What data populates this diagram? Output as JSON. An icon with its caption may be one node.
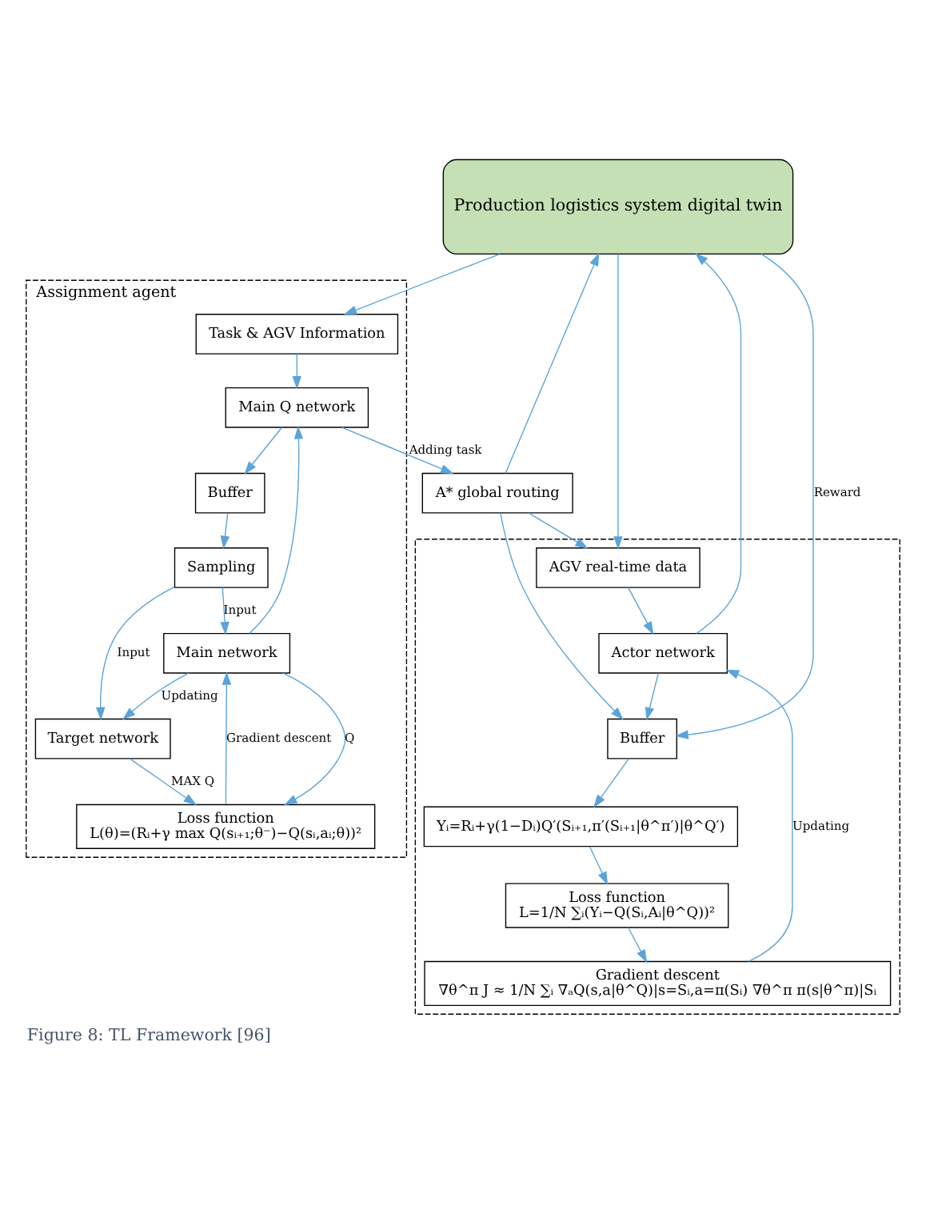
{
  "diagram": {
    "caption": "Figure 8: TL Framework [96]",
    "nodes": [
      {
        "text": [
          "Production logistics system digital twin"
        ]
      },
      {
        "text": [
          "Assignment agent"
        ]
      },
      {
        "text": [
          "Task & AGV Information"
        ],
        "in": 1
      },
      {
        "text": [
          "Loss function",
          "L(θ)=(Rᵢ+γ max Q(sᵢ₊₁;θ⁻)−Q(sᵢ,aᵢ;θ))²"
        ],
        "in": 1
      },
      {
        "text": [
          "Main Q network"
        ],
        "in": 1
      },
      {
        "text": [
          "Main network"
        ],
        "in": 1
      },
      {
        "text": [
          "Target network"
        ],
        "in": 1
      },
      {
        "text": [
          "Sampling"
        ],
        "in": 1
      },
      {
        "text": [
          "Buffer"
        ],
        "in": 1
      },
      {
        "text": [
          "A* global routing"
        ]
      },
      {
        "text": [],
        "shape": "box"
      },
      {
        "text": [
          "AGV real-time data"
        ],
        "in": 10
      },
      {
        "text": [
          "Buffer"
        ],
        "in": 10
      },
      {
        "text": [
          "Actor network"
        ],
        "in": 10
      },
      {
        "text": [
          "Yᵢ=Rᵢ+γ(1−Dᵢ)Q′(Sᵢ₊₁,π′(Sᵢ₊₁|θ^π′)|θ^Q′)"
        ],
        "in": 10
      },
      {
        "text": [
          "Loss function",
          "L=1/N ∑ᵢ(Yᵢ−Q(Sᵢ,Aᵢ|θ^Q))²"
        ],
        "in": 10
      },
      {
        "text": [
          "Gradient descent",
          "∇θ^π J ≈ 1/N ∑ᵢ ∇ₐQ(s,a|θ^Q)|s=Sᵢ,a=π(Sᵢ) ∇θ^π π(s|θ^π)|Sᵢ"
        ],
        "in": 10
      }
    ],
    "edges": [
      {
        "from": 0,
        "to": 2,
        "arrow": "to"
      },
      {
        "from": 2,
        "to": 4,
        "arrow": "to"
      },
      {
        "from": 3,
        "to": 5,
        "arrow": "to",
        "label": "Gradient descent"
      },
      {
        "from": 5,
        "to": 3,
        "arrow": "to",
        "label": "Q"
      },
      {
        "from": 6,
        "to": 3,
        "arrow": "to",
        "label": "MAX Q"
      },
      {
        "from": 5,
        "to": 4,
        "arrow": "to"
      },
      {
        "from": 5,
        "to": 6,
        "arrow": "to",
        "label": "Updating"
      },
      {
        "from": 7,
        "to": 5,
        "arrow": "to",
        "label": "Input"
      },
      {
        "from": 7,
        "to": 6,
        "arrow": "to",
        "label": "Input"
      },
      {
        "from": 8,
        "to": 7,
        "arrow": "to"
      },
      {
        "from": 4,
        "to": 9,
        "arrow": "to",
        "label": "Adding task"
      },
      {
        "from": 4,
        "to": 8,
        "arrow": "to"
      },
      {
        "from": 9,
        "to": 0,
        "arrow": "to"
      },
      {
        "from": 9,
        "to": 11,
        "arrow": "to"
      },
      {
        "from": 9,
        "to": 12,
        "arrow": "to"
      },
      {
        "from": 0,
        "to": 12,
        "arrow": "to",
        "label": "Reward"
      },
      {
        "from": 0,
        "to": 11,
        "arrow": "to"
      },
      {
        "from": 11,
        "to": 13,
        "arrow": "to"
      },
      {
        "from": 13,
        "to": 0,
        "arrow": "to"
      },
      {
        "from": 13,
        "to": 12,
        "arrow": "to"
      },
      {
        "from": 12,
        "to": 14,
        "arrow": "to"
      },
      {
        "from": 14,
        "to": 15,
        "arrow": "to"
      },
      {
        "from": 15,
        "to": 16,
        "arrow": "to"
      },
      {
        "from": 16,
        "to": 13,
        "arrow": "to",
        "label": "Updating"
      }
    ]
  }
}
